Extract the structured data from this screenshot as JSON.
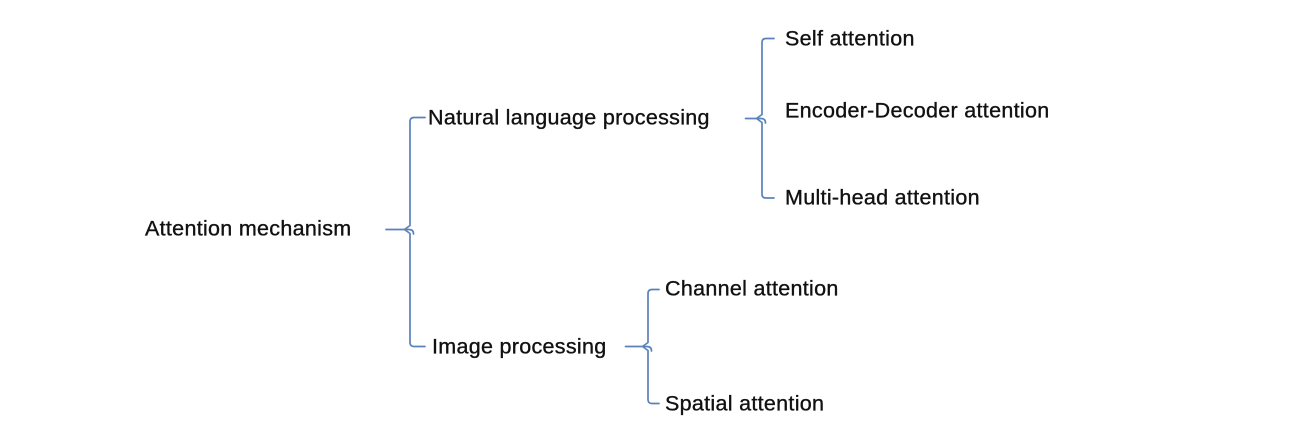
{
  "diagram": {
    "type": "tree",
    "orientation": "left-to-right",
    "root": {
      "label": "Attention mechanism"
    },
    "branches": [
      {
        "label": "Natural language processing",
        "children": [
          {
            "label": "Self attention"
          },
          {
            "label": "Encoder-Decoder attention"
          },
          {
            "label": "Multi-head attention"
          }
        ]
      },
      {
        "label": "Image processing",
        "children": [
          {
            "label": "Channel attention"
          },
          {
            "label": "Spatial attention"
          }
        ]
      }
    ],
    "colors": {
      "line": "#5b82b8",
      "text": "#111111",
      "background": "#ffffff"
    }
  }
}
